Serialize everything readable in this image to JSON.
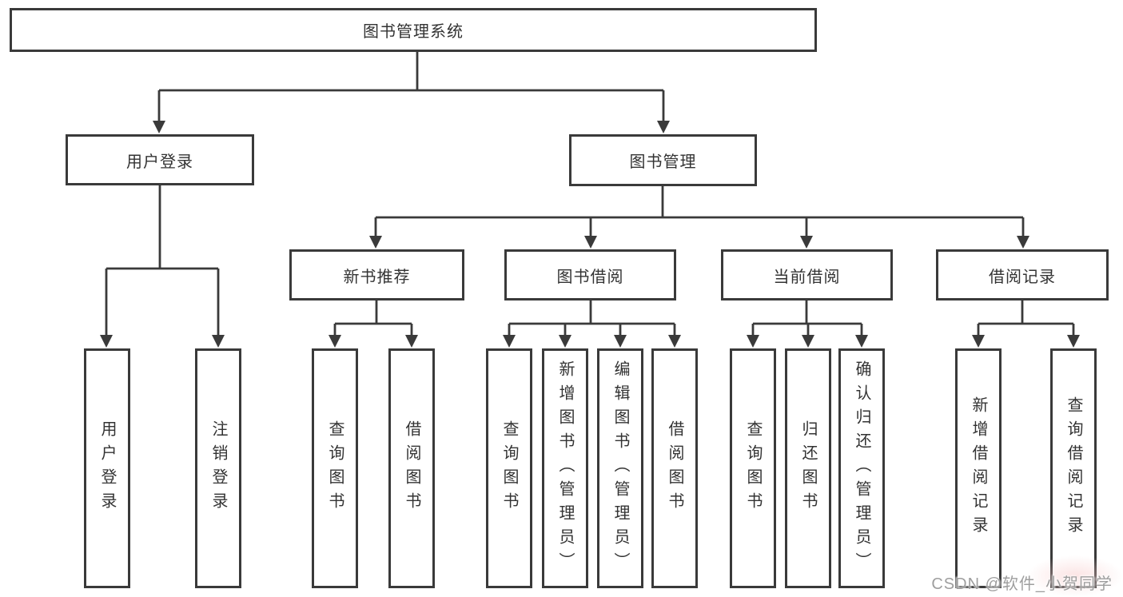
{
  "nodes": {
    "root": "图书管理系统",
    "user_login": "用户登录",
    "book_management": "图书管理",
    "new_book_recommend": "新书推荐",
    "book_borrowing": "图书借阅",
    "current_borrowing": "当前借阅",
    "borrowing_records": "借阅记录",
    "leaf_user_login": "用户登录",
    "leaf_logout": "注销登录",
    "leaf_nb_query_books": "查询图书",
    "leaf_nb_borrow_books": "借阅图书",
    "leaf_bb_query_books": "查询图书",
    "leaf_bb_add_books": "新增图书（管理员）",
    "leaf_bb_edit_books": "编辑图书（管理员）",
    "leaf_bb_borrow_books": "借阅图书",
    "leaf_cb_query_books": "查询图书",
    "leaf_cb_return_books": "归还图书",
    "leaf_cb_confirm_return": "确认归还（管理员）",
    "leaf_br_add_record": "新增借阅记录",
    "leaf_br_query_record": "查询借阅记录"
  },
  "watermark": "CSDN @软件_小贺同学",
  "colors": {
    "line": "#3a3a3a",
    "text": "#333333",
    "background": "#ffffff",
    "watermark": "#9e9e9e"
  }
}
